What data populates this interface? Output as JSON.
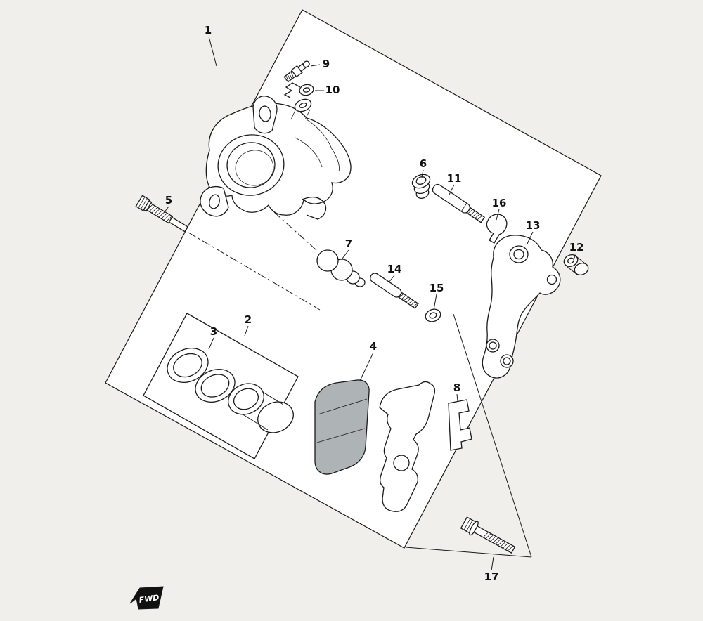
{
  "colors": {
    "canvas_background": "#f0efeb",
    "frame_fill": "#ffffff",
    "line": "#1a1a1a",
    "pad_fill": "#aeb3b6",
    "flag_fill": "#111111",
    "flag_text": "#ffffff"
  },
  "parts": [
    {
      "number": "1"
    },
    {
      "number": "2"
    },
    {
      "number": "3"
    },
    {
      "number": "4"
    },
    {
      "number": "5"
    },
    {
      "number": "6"
    },
    {
      "number": "7"
    },
    {
      "number": "8"
    },
    {
      "number": "9"
    },
    {
      "number": "10"
    },
    {
      "number": "11"
    },
    {
      "number": "12"
    },
    {
      "number": "13"
    },
    {
      "number": "14"
    },
    {
      "number": "15"
    },
    {
      "number": "16"
    },
    {
      "number": "17"
    }
  ],
  "direction_indicator": {
    "label": "FWD"
  }
}
